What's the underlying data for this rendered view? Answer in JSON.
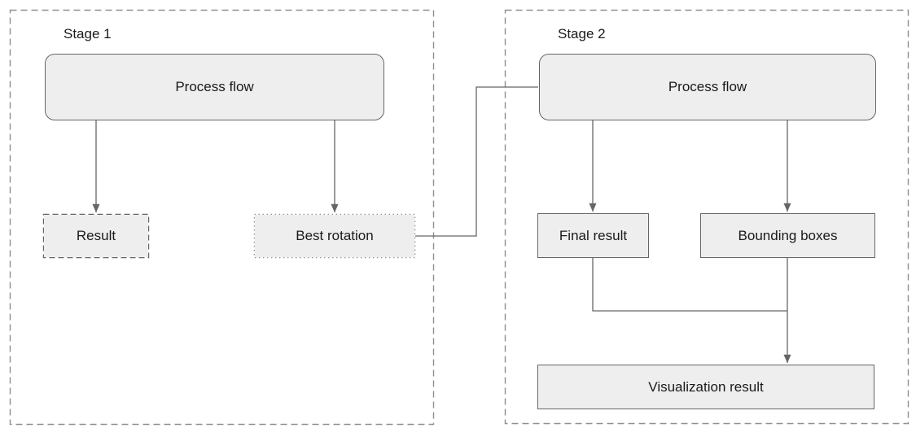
{
  "stage1": {
    "title": "Stage 1",
    "process_label": "Process flow",
    "result_label": "Result",
    "best_rotation_label": "Best rotation"
  },
  "stage2": {
    "title": "Stage 2",
    "process_label": "Process flow",
    "final_result_label": "Final result",
    "bounding_boxes_label": "Bounding boxes",
    "visualization_label": "Visualization result"
  },
  "edges": [
    {
      "from": "stage1-process-flow",
      "to": "stage1-result",
      "arrow": true
    },
    {
      "from": "stage1-process-flow",
      "to": "stage1-best-rotation",
      "arrow": true
    },
    {
      "from": "stage1-best-rotation",
      "to": "stage2-process-flow",
      "arrow": false
    },
    {
      "from": "stage2-process-flow",
      "to": "stage2-final-result",
      "arrow": true
    },
    {
      "from": "stage2-process-flow",
      "to": "stage2-bounding-boxes",
      "arrow": true
    },
    {
      "from": "stage2-final-result",
      "to": "stage2-visualization-result",
      "arrow": true
    },
    {
      "from": "stage2-bounding-boxes",
      "to": "stage2-visualization-result",
      "arrow": true
    }
  ],
  "colors": {
    "node_fill": "#eeeeee",
    "node_border": "#666666",
    "connector": "#666666",
    "container_dash_border": "#8f8f8f",
    "text": "#1a1a1a",
    "background": "#ffffff"
  }
}
